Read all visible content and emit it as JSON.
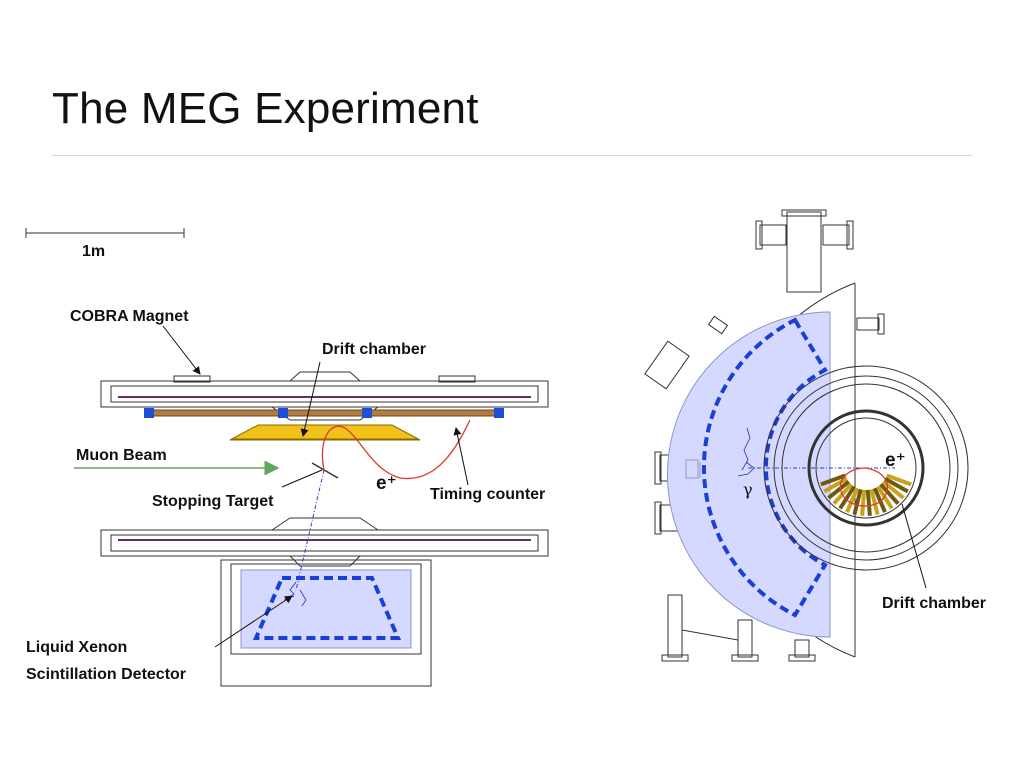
{
  "title": "The MEG Experiment",
  "labels": {
    "scale": "1m",
    "cobra_magnet": "COBRA Magnet",
    "drift_chamber_side": "Drift chamber",
    "muon_beam": "Muon Beam",
    "stopping_target": "Stopping Target",
    "timing_counter": "Timing counter",
    "positron_side": "e⁺",
    "xenon_line1": "Liquid Xenon",
    "xenon_line2": "Scintillation Detector",
    "positron_front": "e⁺",
    "gamma": "γ",
    "drift_chamber_front": "Drift chamber"
  },
  "colors": {
    "xenon_fill": "#d6d9ff",
    "xenon_dash": "#1a3fd6",
    "yellow": "#f2c21b",
    "track": "#e0362c",
    "beam": "#5fa85a",
    "coil": "#b47a3f",
    "coil_end": "#1c4fd8",
    "line": "#333333"
  }
}
